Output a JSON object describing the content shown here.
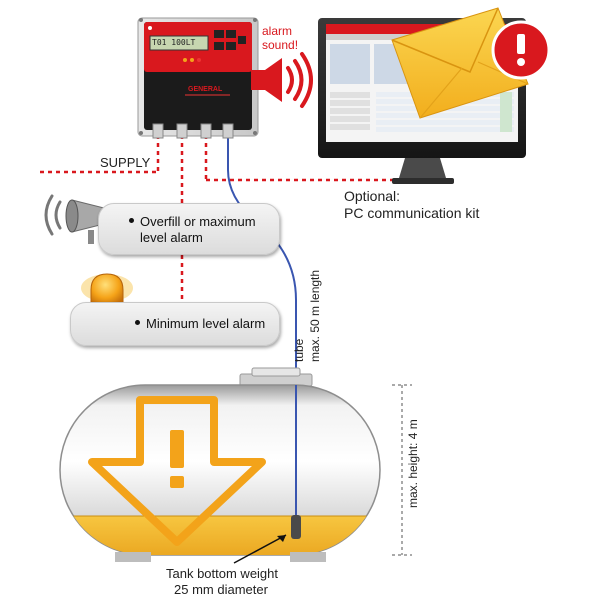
{
  "controller": {
    "display_text": "T01 100LT",
    "brand": "GENERAL",
    "alarm_label": "alarm sound!"
  },
  "labels": {
    "supply": "SUPPLY",
    "optional": "Optional:",
    "pc_kit": "PC communication kit",
    "overfill_line1": "Overfill or maximum",
    "overfill_line2": "level alarm",
    "minimum": "Minimum level alarm",
    "tube_line1": "tube",
    "tube_line2": "max. 50 m length",
    "height": "max. height: 4 m",
    "weight_line1": "Tank bottom weight",
    "weight_line2": "25 mm diameter"
  },
  "icons": {
    "horn": "horn-icon",
    "beacon": "beacon-icon",
    "speaker": "speaker-icon",
    "envelope": "envelope-icon",
    "warning": "exclamation-icon"
  },
  "colors": {
    "accent_red": "#d9181e",
    "tank_fill": "#f2b32a",
    "arrow_orange": "#f3a31a",
    "tube_blue": "#3a56b0",
    "envelope_yellow": "#f8c52e"
  }
}
